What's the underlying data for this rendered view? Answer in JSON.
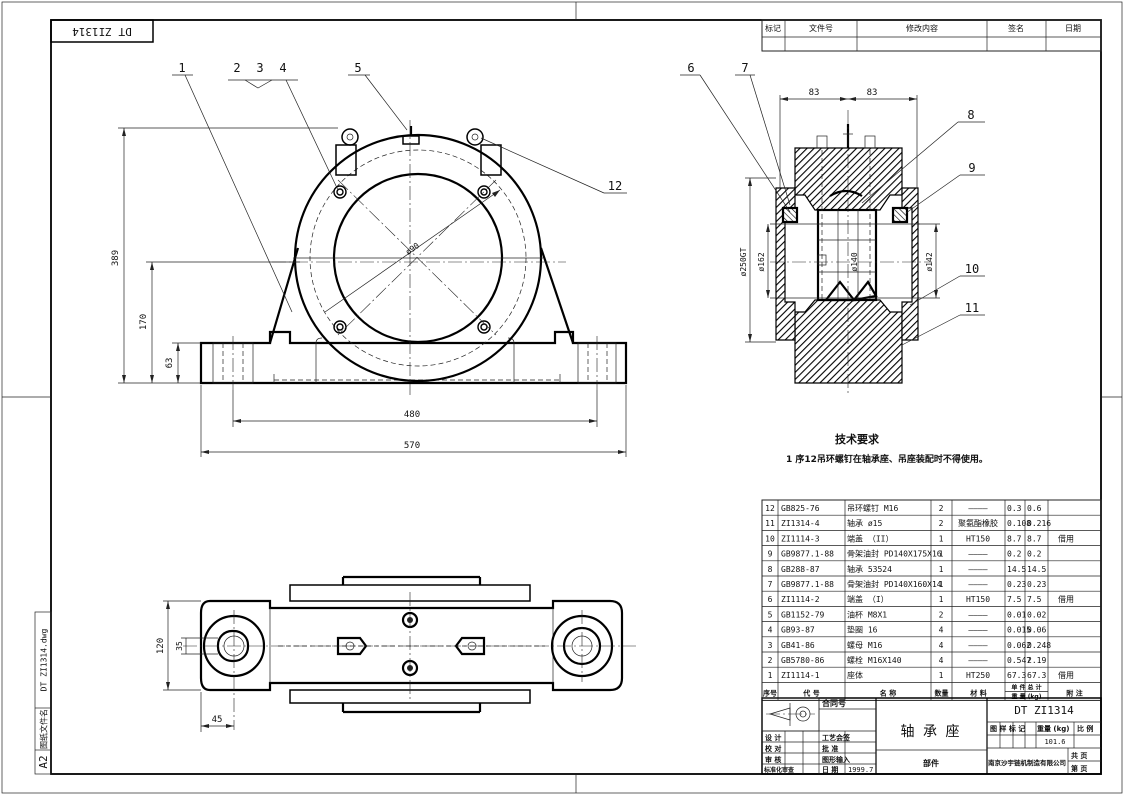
{
  "drawing": {
    "code_rotated": "DT ZI1314",
    "left_strip_code": "DT ZI1314.dwg",
    "left_strip_label": "图纸文件名",
    "sheet_size": "A2"
  },
  "revision_table": {
    "headers": [
      "标记",
      "文件号",
      "修改内容",
      "签名",
      "日期"
    ]
  },
  "balloons": [
    "1",
    "2",
    "3",
    "4",
    "5",
    "6",
    "7",
    "8",
    "9",
    "10",
    "11",
    "12"
  ],
  "dimensions": {
    "front_height_total": "389",
    "front_height_center": "170",
    "front_height_base": "63",
    "front_bolt_span": "480",
    "front_total_width": "570",
    "front_bore_dia": "ø90",
    "side_half_left": "83",
    "side_half_right": "83",
    "side_outer_dia": "ø250GT",
    "side_inner_dia": "ø162",
    "side_shaft_dia": "ø140",
    "side_seal_dia": "ø142",
    "plan_width": "120",
    "plan_slot": "35",
    "plan_offset": "45"
  },
  "tech_req": {
    "title": "技术要求",
    "items": [
      "1  序12吊环螺钉在轴承座、吊座装配时不得使用。"
    ]
  },
  "bom": {
    "rows": [
      {
        "no": "12",
        "code": "GB825-76",
        "name": "吊环螺钉  M16",
        "qty": "2",
        "material": "————",
        "w1": "0.3",
        "w2": "0.6",
        "note": ""
      },
      {
        "no": "11",
        "code": "ZI1314-4",
        "name": "轴承  ø15",
        "qty": "2",
        "material": "聚氨酯橡胶",
        "w1": "0.108",
        "w2": "0.216",
        "note": ""
      },
      {
        "no": "10",
        "code": "ZI1114-3",
        "name": "端盖  （II）",
        "qty": "1",
        "material": "HT150",
        "w1": "8.7",
        "w2": "8.7",
        "note": "借用"
      },
      {
        "no": "9",
        "code": "GB9877.1-88",
        "name": "骨架油封 PD140X175X16",
        "qty": "1",
        "material": "————",
        "w1": "0.2",
        "w2": "0.2",
        "note": ""
      },
      {
        "no": "8",
        "code": "GB288-87",
        "name": "轴承  53524",
        "qty": "1",
        "material": "————",
        "w1": "14.5",
        "w2": "14.5",
        "note": ""
      },
      {
        "no": "7",
        "code": "GB9877.1-88",
        "name": "骨架油封 PD140X160X14",
        "qty": "1",
        "material": "————",
        "w1": "0.23",
        "w2": "0.23",
        "note": ""
      },
      {
        "no": "6",
        "code": "ZI1114-2",
        "name": "端盖  （I）",
        "qty": "1",
        "material": "HT150",
        "w1": "7.5",
        "w2": "7.5",
        "note": "借用"
      },
      {
        "no": "5",
        "code": "GB1152-79",
        "name": "油杯  M8X1",
        "qty": "2",
        "material": "————",
        "w1": "0.01",
        "w2": "0.02",
        "note": ""
      },
      {
        "no": "4",
        "code": "GB93-87",
        "name": "垫圈  16",
        "qty": "4",
        "material": "————",
        "w1": "0.015",
        "w2": "0.06",
        "note": ""
      },
      {
        "no": "3",
        "code": "GB41-86",
        "name": "螺母  M16",
        "qty": "4",
        "material": "————",
        "w1": "0.062",
        "w2": "0.248",
        "note": ""
      },
      {
        "no": "2",
        "code": "GB5780-86",
        "name": "螺栓  M16X140",
        "qty": "4",
        "material": "————",
        "w1": "0.547",
        "w2": "2.19",
        "note": ""
      },
      {
        "no": "1",
        "code": "ZI1114-1",
        "name": "座体",
        "qty": "1",
        "material": "HT250",
        "w1": "67.3",
        "w2": "67.3",
        "note": "借用"
      }
    ],
    "header": {
      "no": "序号",
      "code": "代    号",
      "name": "名        称",
      "qty": "数量",
      "material": "材    料",
      "weight_top": "单  件  总  计",
      "weight_bottom": "重    量  (kg)",
      "note": "附    注"
    }
  },
  "title_block": {
    "contract_label": "合同号",
    "part_name": "轴 承 座",
    "drawing_no": "DT ZI1314",
    "stage_label": "图 样 标 记",
    "weight_label": "重量  (kg)",
    "scale_label": "比  例",
    "weight_value": "101.6",
    "total_label": "共     页",
    "sheet_label": "第     页",
    "company": "南京沙宇链机制造有限公司",
    "doc_type": "部件",
    "roles": [
      "设    计",
      "校    对",
      "审    核",
      "标准化审查"
    ],
    "roles_right": [
      "工艺会签",
      "批    准",
      "图形输入",
      "日    期"
    ],
    "date_value": "1999.7"
  }
}
